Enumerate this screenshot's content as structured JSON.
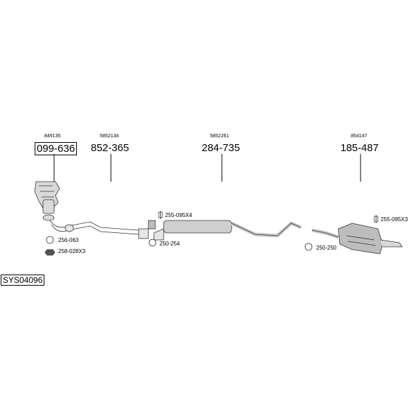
{
  "system_code": "SYS04096",
  "parts": [
    {
      "ref": "849135",
      "number": "099-636"
    },
    {
      "ref": "5852134",
      "number": "852-365"
    },
    {
      "ref": "5852261",
      "number": "284-735"
    },
    {
      "ref": "854147",
      "number": "185-487"
    }
  ],
  "fittings": [
    {
      "code": "256-063"
    },
    {
      "code": "258-028X3"
    },
    {
      "code": "255-095X4"
    },
    {
      "code": "250-254"
    },
    {
      "code": "250-250"
    },
    {
      "code": "255-095X3"
    }
  ]
}
